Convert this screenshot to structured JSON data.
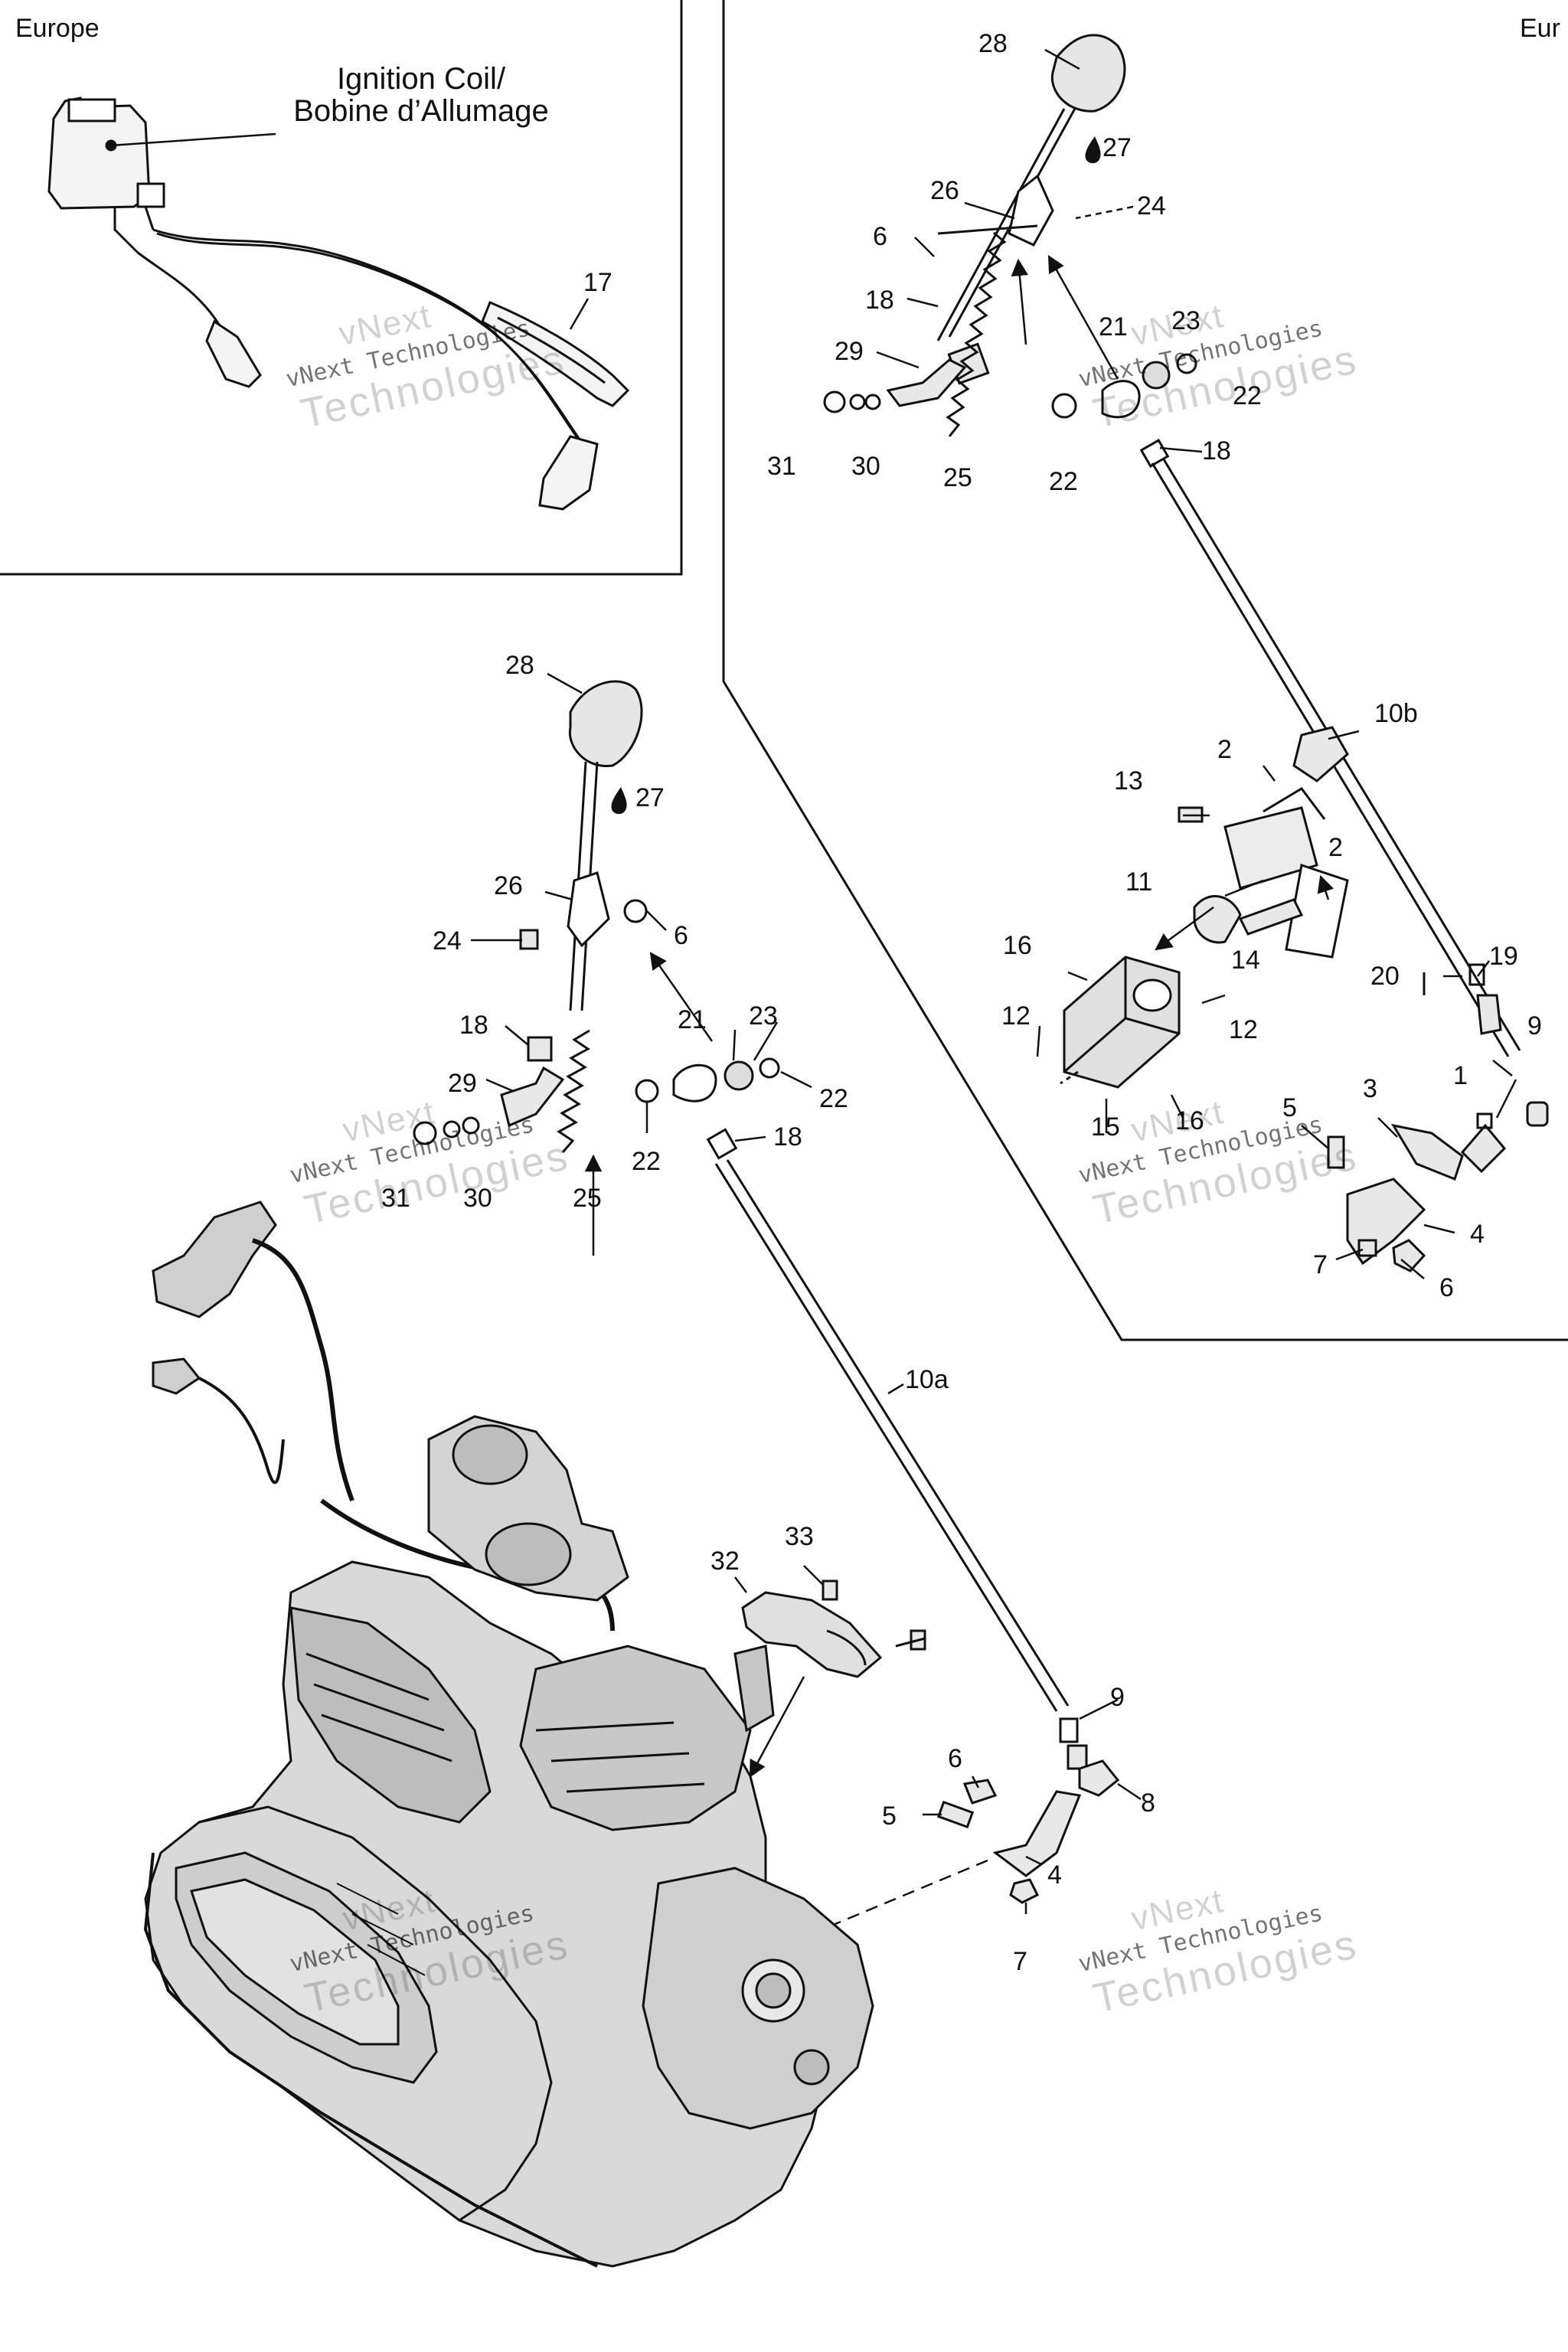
{
  "regions": {
    "top_left": "Europe",
    "top_right": "Eur"
  },
  "ignition_coil_label": {
    "line1": "Ignition Coil/",
    "line2": "Bobine d’Allumage"
  },
  "watermark": {
    "line1": "vNext",
    "line2": "vNext Technologies",
    "line3": "Technologies"
  },
  "callouts": {
    "inset_17": "17",
    "tr_28": "28",
    "tr_27": "27",
    "tr_26": "26",
    "tr_24": "24",
    "tr_6": "6",
    "tr_18a": "18",
    "tr_21": "21",
    "tr_23": "23",
    "tr_29": "29",
    "tr_22a": "22",
    "tr_31": "31",
    "tr_30": "30",
    "tr_25": "25",
    "tr_22b": "22",
    "tr_18b": "18",
    "tr_10b": "10b",
    "tr_2a": "2",
    "tr_13": "13",
    "tr_2b": "2",
    "tr_11": "11",
    "tr_14": "14",
    "tr_16a": "16",
    "tr_12a": "12",
    "tr_12b": "12",
    "tr_15": "15",
    "tr_16b": "16",
    "tr_20": "20",
    "tr_19": "19",
    "tr_9": "9",
    "tr_1": "1",
    "tr_3": "3",
    "tr_5": "5",
    "tr_4": "4",
    "tr_7": "7",
    "tr_6b": "6",
    "m_28": "28",
    "m_27": "27",
    "m_26": "26",
    "m_24": "24",
    "m_6": "6",
    "m_18a": "18",
    "m_21": "21",
    "m_23": "23",
    "m_29": "29",
    "m_22a": "22",
    "m_31": "31",
    "m_30": "30",
    "m_25": "25",
    "m_22b": "22",
    "m_18b": "18",
    "m_10a": "10a",
    "m_33": "33",
    "m_32": "32",
    "m_9": "9",
    "m_6b": "6",
    "m_8": "8",
    "m_5": "5",
    "m_4": "4",
    "m_7": "7"
  }
}
